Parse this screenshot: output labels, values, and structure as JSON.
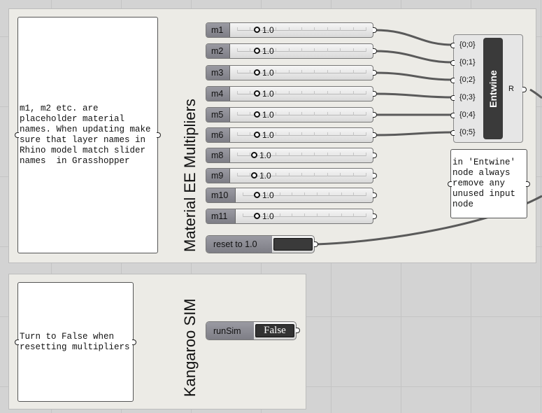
{
  "groups": {
    "material": {
      "title": "Material EE Multipliers"
    },
    "kangaroo": {
      "title": "Kangaroo SIM"
    }
  },
  "panels": {
    "material_note": "m1, m2 etc. are placeholder material names. When updating make sure that layer names in Rhino model match slider names  in Grasshopper",
    "entwine_note": "in 'Entwine' node always remove any unused input node",
    "kangaroo_note": "Turn to False when resetting multipliers"
  },
  "sliders": [
    {
      "name": "m1",
      "value": "1.0"
    },
    {
      "name": "m2",
      "value": "1.0"
    },
    {
      "name": "m3",
      "value": "1.0"
    },
    {
      "name": "m4",
      "value": "1.0"
    },
    {
      "name": "m5",
      "value": "1.0"
    },
    {
      "name": "m6",
      "value": "1.0"
    },
    {
      "name": "m8",
      "value": "1.0"
    },
    {
      "name": "m9",
      "value": "1.0"
    },
    {
      "name": "m10",
      "value": "1.0"
    },
    {
      "name": "m11",
      "value": "1.0"
    }
  ],
  "reset_button": {
    "label": "reset to 1.0"
  },
  "entwine": {
    "title": "Entwine",
    "inputs": [
      "{0;0}",
      "{0;1}",
      "{0;2}",
      "{0;3}",
      "{0;4}",
      "{0;5}"
    ],
    "output": "R"
  },
  "toggle": {
    "label": "runSim",
    "value": "False"
  }
}
